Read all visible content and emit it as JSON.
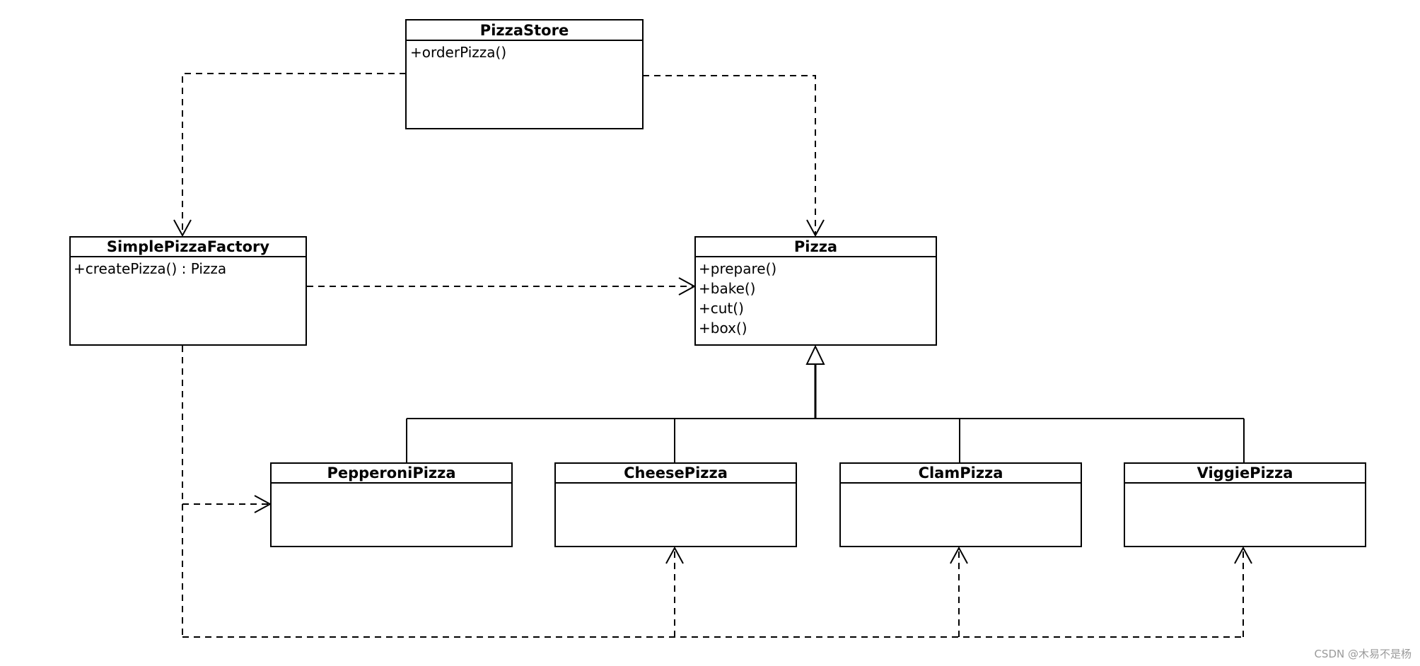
{
  "classes": {
    "pizza_store": {
      "name": "PizzaStore",
      "methods": [
        "+orderPizza()"
      ]
    },
    "simple_pizza_factory": {
      "name": "SimplePizzaFactory",
      "methods": [
        "+createPizza() : Pizza"
      ]
    },
    "pizza": {
      "name": "Pizza",
      "methods": [
        "+prepare()",
        "+bake()",
        "+cut()",
        "+box()"
      ]
    },
    "pepperoni_pizza": {
      "name": "PepperoniPizza",
      "methods": []
    },
    "cheese_pizza": {
      "name": "CheesePizza",
      "methods": []
    },
    "clam_pizza": {
      "name": "ClamPizza",
      "methods": []
    },
    "viggie_pizza": {
      "name": "ViggiePizza",
      "methods": []
    }
  },
  "relations": [
    {
      "type": "dependency",
      "from": "PizzaStore",
      "to": "SimplePizzaFactory"
    },
    {
      "type": "dependency",
      "from": "PizzaStore",
      "to": "Pizza"
    },
    {
      "type": "dependency",
      "from": "SimplePizzaFactory",
      "to": "Pizza"
    },
    {
      "type": "dependency",
      "from": "SimplePizzaFactory",
      "to": "PepperoniPizza"
    },
    {
      "type": "dependency",
      "from": "SimplePizzaFactory",
      "to": "CheesePizza"
    },
    {
      "type": "dependency",
      "from": "SimplePizzaFactory",
      "to": "ClamPizza"
    },
    {
      "type": "dependency",
      "from": "SimplePizzaFactory",
      "to": "ViggiePizza"
    },
    {
      "type": "generalization",
      "from": "PepperoniPizza",
      "to": "Pizza"
    },
    {
      "type": "generalization",
      "from": "CheesePizza",
      "to": "Pizza"
    },
    {
      "type": "generalization",
      "from": "ClamPizza",
      "to": "Pizza"
    },
    {
      "type": "generalization",
      "from": "ViggiePizza",
      "to": "Pizza"
    }
  ],
  "watermark": "CSDN @木易不是杨"
}
